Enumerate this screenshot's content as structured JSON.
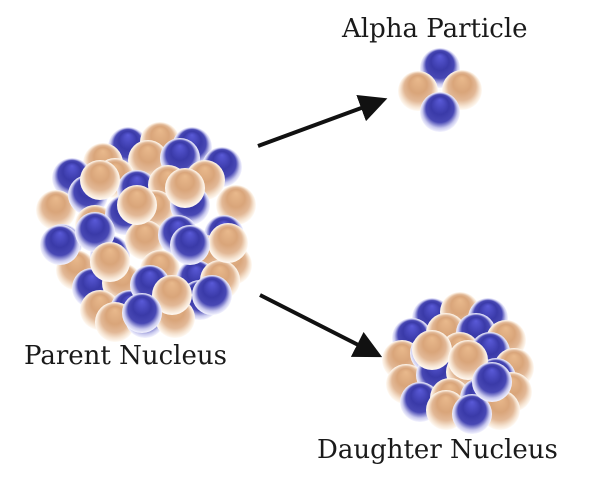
{
  "labels": {
    "alpha": "Alpha Particle",
    "parent": "Parent Nucleus",
    "daughter": "Daughter Nucleus"
  },
  "particles": {
    "proton_color": "#3a3aa8",
    "neutron_color": "#d9a57a"
  }
}
